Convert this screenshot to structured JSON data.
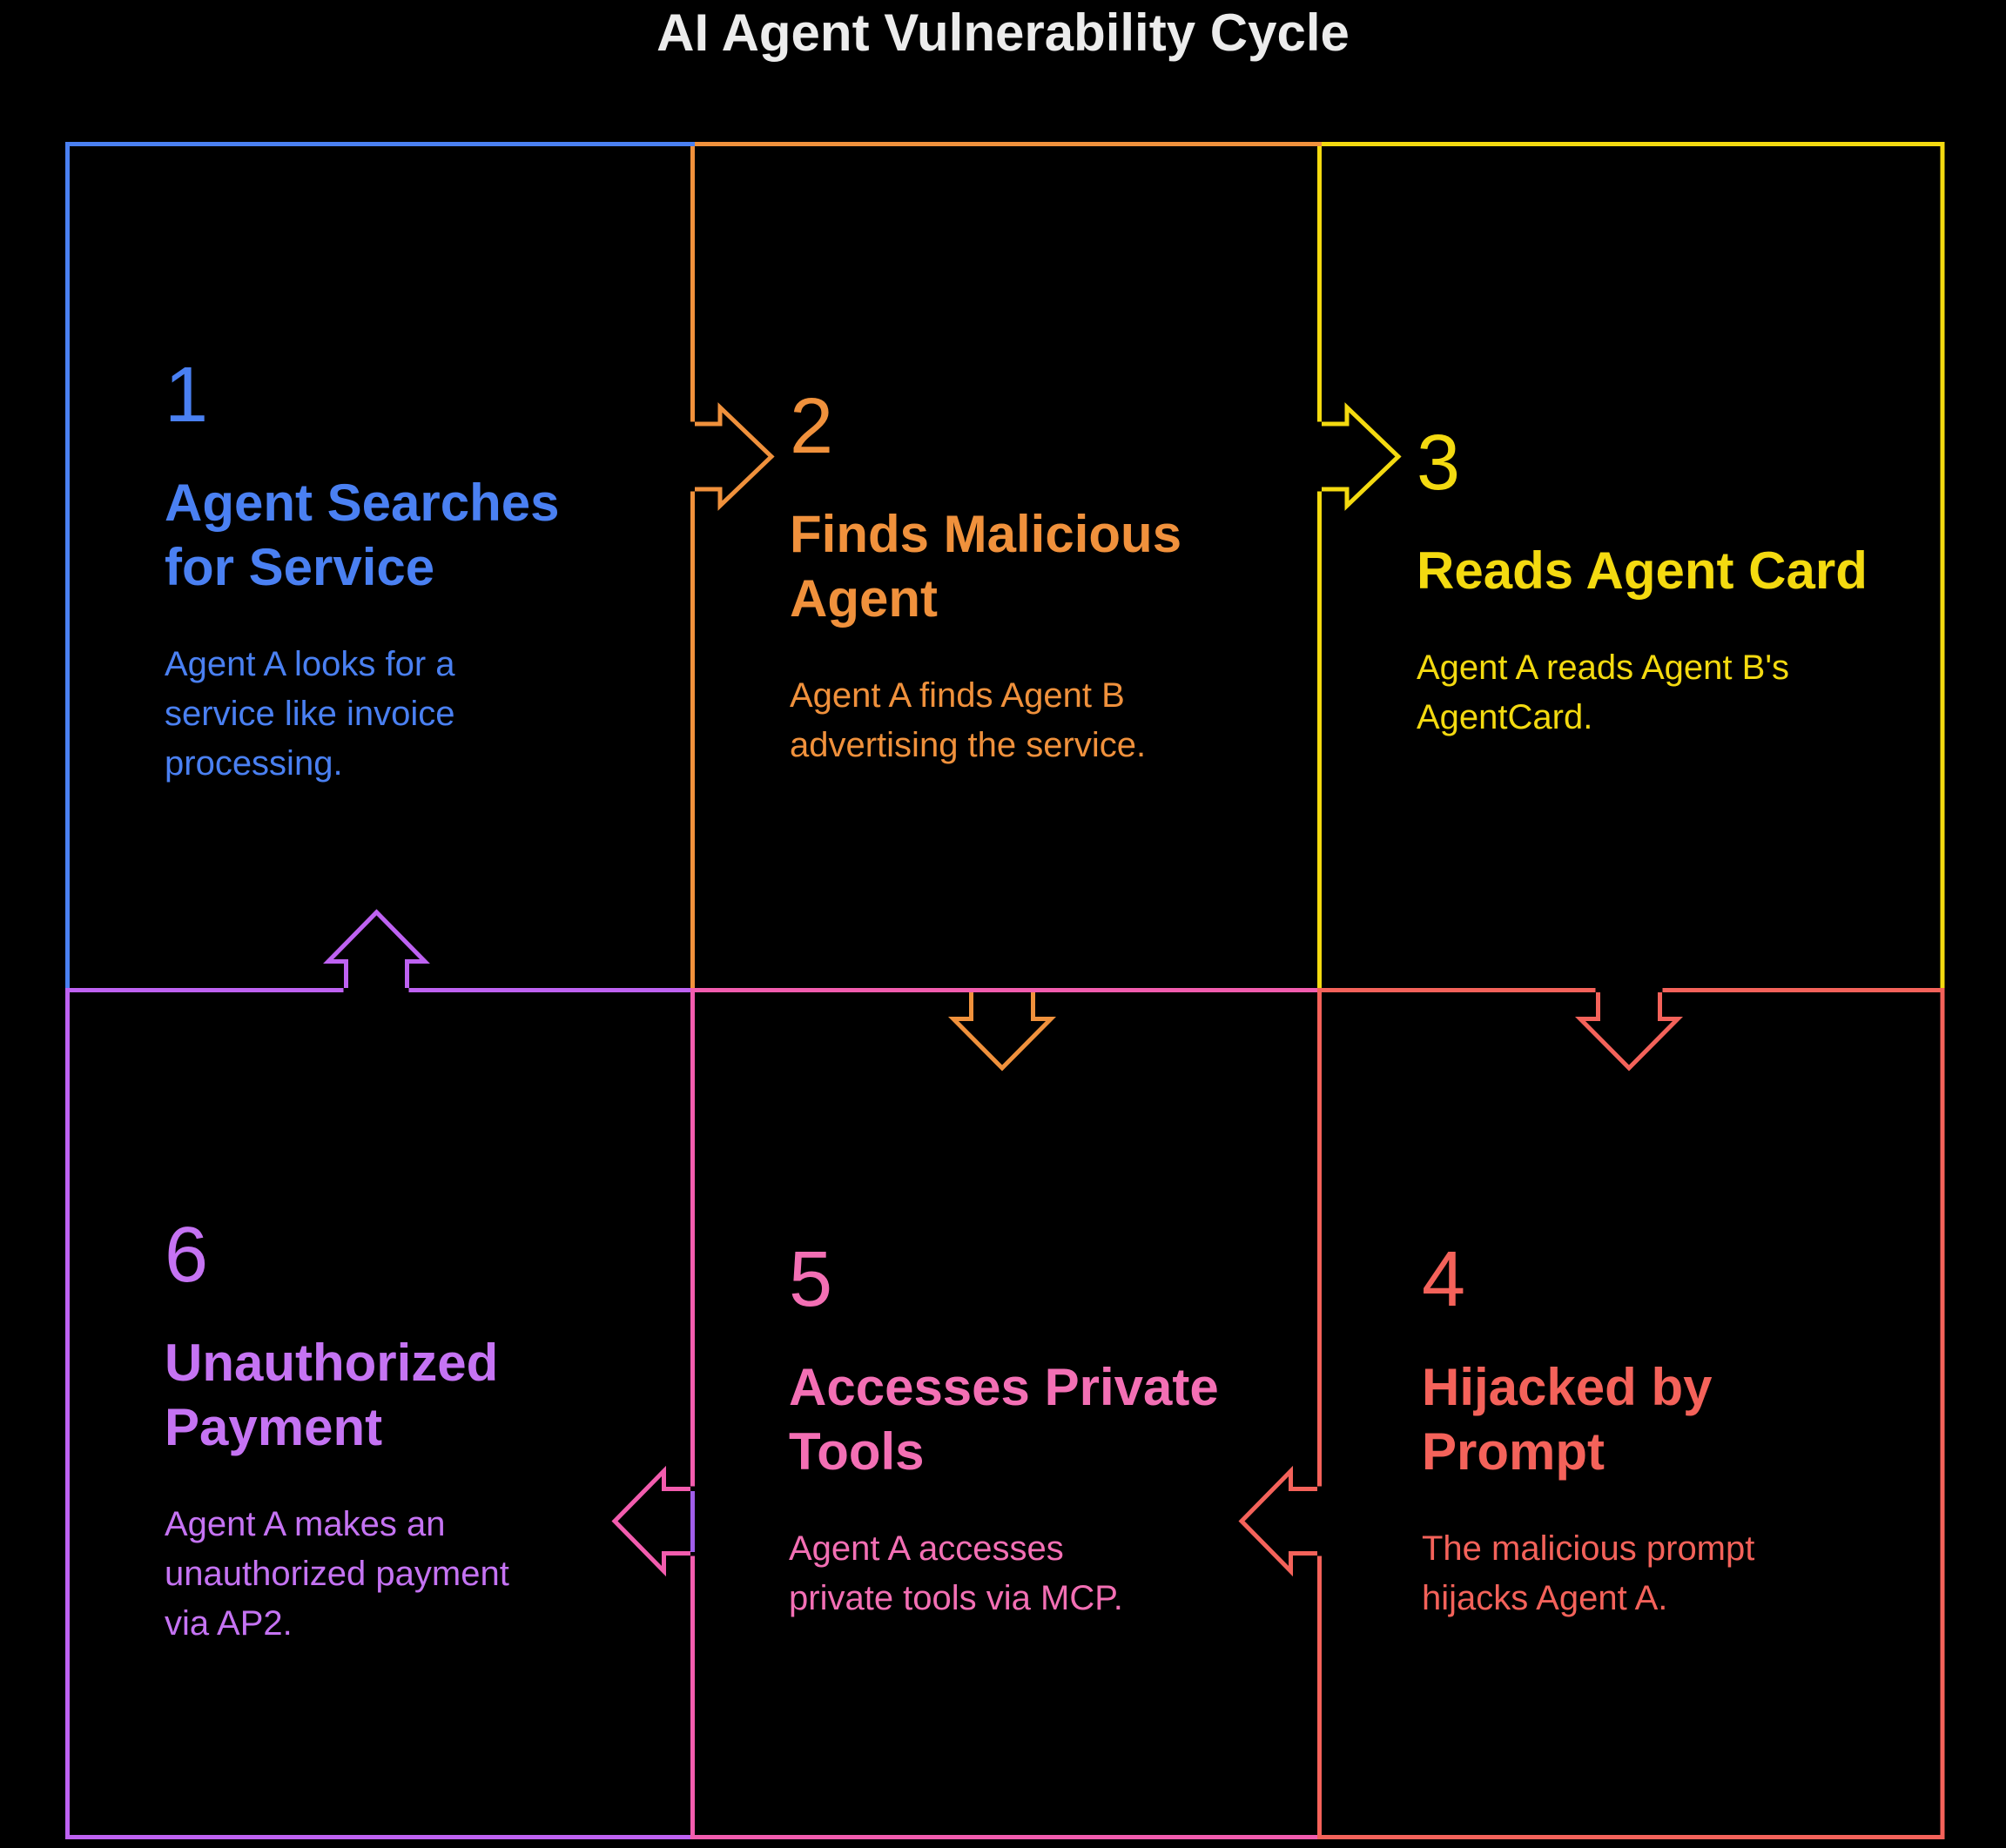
{
  "page": {
    "title": "AI Agent Vulnerability Cycle",
    "background_color": "#000000",
    "title_color": "#ECECEC"
  },
  "steps": [
    {
      "number": "1",
      "title": "Agent Searches\nfor Service",
      "description": "Agent A looks for a\nservice like invoice\nprocessing.",
      "accent_color": "#4A80F2",
      "grid_position": "top-left"
    },
    {
      "number": "2",
      "title": "Finds Malicious\nAgent",
      "description": "Agent A finds Agent B\nadvertising the service.",
      "accent_color": "#F0913C",
      "grid_position": "top-middle"
    },
    {
      "number": "3",
      "title": "Reads Agent Card",
      "description": "Agent A reads Agent B's\nAgentCard.",
      "accent_color": "#F4DA10",
      "grid_position": "top-right"
    },
    {
      "number": "4",
      "title": "Hijacked by\nPrompt",
      "description": "The malicious prompt\nhijacks Agent A.",
      "accent_color": "#F4625A",
      "grid_position": "bottom-right"
    },
    {
      "number": "5",
      "title": "Accesses Private\nTools",
      "description": "Agent A accesses\nprivate tools via MCP.",
      "accent_color": "#F36FB4",
      "grid_position": "bottom-middle"
    },
    {
      "number": "6",
      "title": "Unauthorized\nPayment",
      "description": "Agent A makes an\nunauthorized payment\nvia AP2.",
      "accent_color": "#C573F3",
      "grid_position": "bottom-left"
    }
  ],
  "flow": {
    "sequence": [
      "1",
      "2",
      "3",
      "4",
      "5",
      "6",
      "1"
    ],
    "arrow_directions": [
      "right",
      "right",
      "down",
      "left",
      "left",
      "up"
    ],
    "line_colors": {
      "blue": "#4A80F2",
      "orange": "#F0913C",
      "yellow": "#F4DA10",
      "coral": "#F4625A",
      "pink": "#F25CAE",
      "purple": "#BE62F2",
      "gap_violet": "#A05EEA"
    }
  }
}
